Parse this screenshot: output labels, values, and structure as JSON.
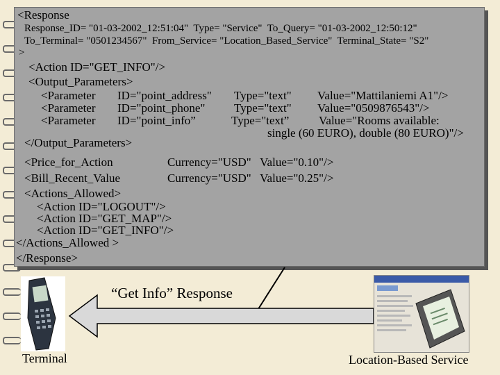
{
  "response": {
    "open": "<Response",
    "attr_line1": "Response_ID= \"01-03-2002_12:51:04\"  Type= \"Service\"  To_Query= \"01-03-2002_12:50:12\"",
    "attr_line2": "To_Terminal= \"0501234567\"  From_Service= \"Location_Based_Service\"  Terminal_State= \"S2\"",
    "close_bracket": ">",
    "action": "<Action ID=\"GET_INFO\"/>",
    "output_open": "<Output_Parameters>",
    "params": [
      {
        "tag": "<Parameter",
        "id": "ID=\"point_address\"",
        "type": "Type=\"text\"",
        "value": "Value=\"Mattilaniemi A1\"/>"
      },
      {
        "tag": "<Parameter",
        "id": "ID=\"point_phone\"",
        "type": "Type=\"text\"",
        "value": "Value=\"0509876543\"/>"
      },
      {
        "tag": "<Parameter",
        "id": "ID=\"point_info”",
        "type": "Type=\"text”",
        "value": "Value=\"Rooms available:"
      }
    ],
    "param_value_cont": "single (60 EURO), double (80 EURO)\"/>",
    "output_close": "</Output_Parameters>",
    "price_tag": "<Price_for_Action",
    "price_attrs": "Currency=\"USD\"   Value=\"0.10\"/>",
    "bill_tag": "<Bill_Recent_Value",
    "bill_attrs": "Currency=\"USD\"   Value=\"0.25\"/>",
    "allowed_open": "<Actions_Allowed>",
    "allowed_actions": [
      "<Action ID=\"LOGOUT\"/>",
      "<Action ID=\"GET_MAP\"/>",
      "<Action ID=\"GET_INFO\"/>"
    ],
    "allowed_close": "</Actions_Allowed >",
    "close": "</Response>"
  },
  "diagram": {
    "caption": "“Get Info” Response",
    "left_label": "Terminal",
    "right_label": "Location-Based Service"
  },
  "colors": {
    "background": "#f3ecd6",
    "panel": "#a3a3a3",
    "arrow_fill": "#d9d9d9"
  },
  "icons": {
    "terminal": "mobile-phone-icon",
    "service": "pda-screenshot-icon"
  }
}
